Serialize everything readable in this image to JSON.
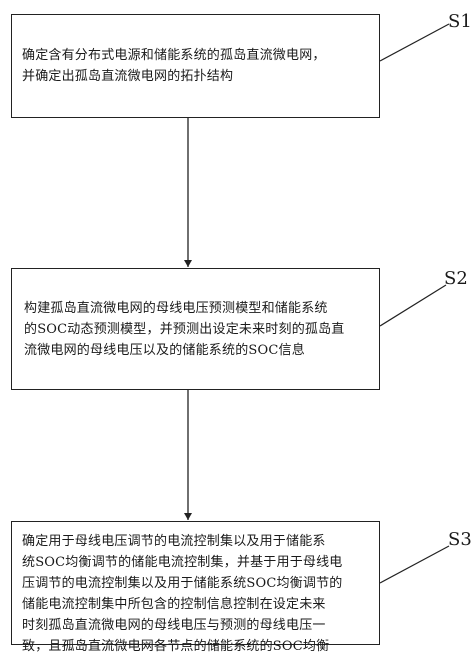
{
  "steps": [
    {
      "label": "S1",
      "text": "确定含有分布式电源和储能系统的孤岛直流微电网，\n并确定出孤岛直流微电网的拓扑结构"
    },
    {
      "label": "S2",
      "text": "构建孤岛直流微电网的母线电压预测模型和储能系统\n的SOC动态预测模型，并预测出设定未来时刻的孤岛直\n流微电网的母线电压以及的储能系统的SOC信息"
    },
    {
      "label": "S3",
      "text": "确定用于母线电压调节的电流控制集以及用于储能系\n统SOC均衡调节的储能电流控制集，并基于用于母线电\n压调节的电流控制集以及用于储能系统SOC均衡调节的\n储能电流控制集中所包含的控制信息控制在设定未来\n时刻孤岛直流微电网的母线电压与预测的母线电压一\n致，且孤岛直流微电网各节点的储能系统的SOC均衡"
    }
  ]
}
